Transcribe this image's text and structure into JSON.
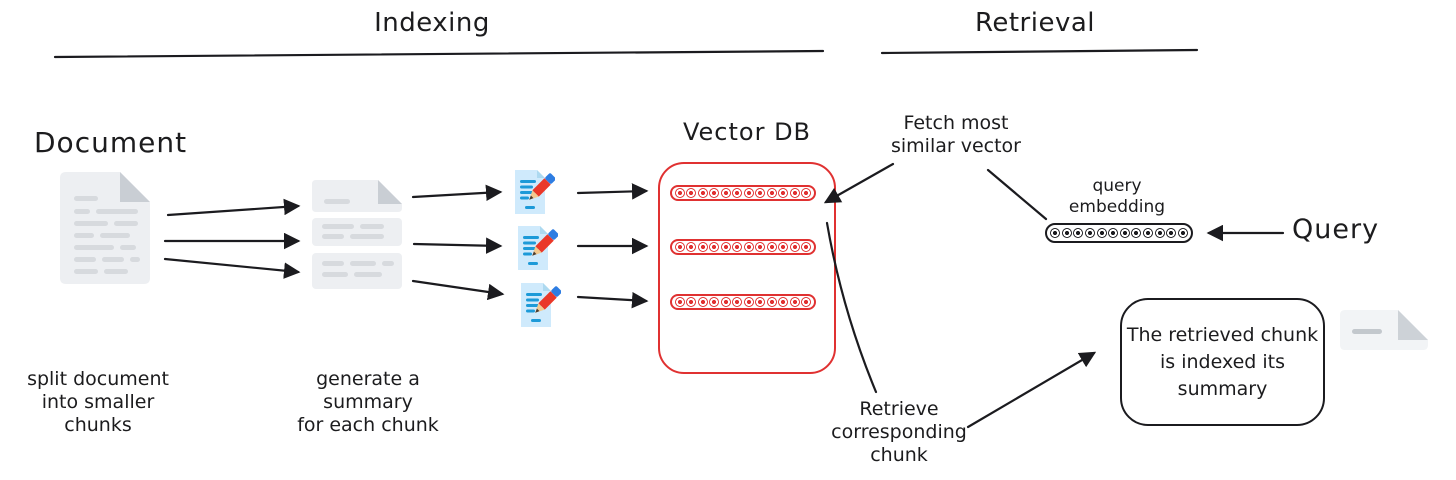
{
  "colors": {
    "accent_red": "#e03131",
    "ink_black": "#1b1b1f",
    "doc_gray": "#edeff2",
    "doc_fold_gray": "#c9ced4",
    "doc_line_gray": "#d7dade",
    "summary_blue": "#cfeafc",
    "summary_line_blue": "#1d9ad8",
    "pencil_red": "#ea3829",
    "pencil_eraser_blue": "#2e7de2"
  },
  "icons": {
    "document": "document-icon",
    "chunk_pieces": "chunk-piece-icon",
    "summary_note": "summary-note-with-pencil-icon",
    "retrieved_chunk": "retrieved-chunk-icon"
  },
  "sections": {
    "indexing_title": "Indexing",
    "retrieval_title": "Retrieval"
  },
  "document": {
    "label": "Document",
    "caption_line1": "split document",
    "caption_line2": "into smaller chunks"
  },
  "chunks": {
    "caption_line1": "generate a summary",
    "caption_line2": "for each chunk"
  },
  "vector_db": {
    "title": "Vector DB",
    "rows": 3,
    "cells_per_row": 12
  },
  "fetch_note": {
    "line1": "Fetch most",
    "line2": "similar vector"
  },
  "query_embedding": {
    "label_line1": "query",
    "label_line2": "embedding",
    "cells": 12
  },
  "query": {
    "label": "Query"
  },
  "retrieve_note": {
    "line1": "Retrieve",
    "line2": "corresponding",
    "line3": "chunk"
  },
  "result_box": {
    "line1": "The retrieved chunk",
    "line2": "is indexed its",
    "line3": "summary"
  }
}
